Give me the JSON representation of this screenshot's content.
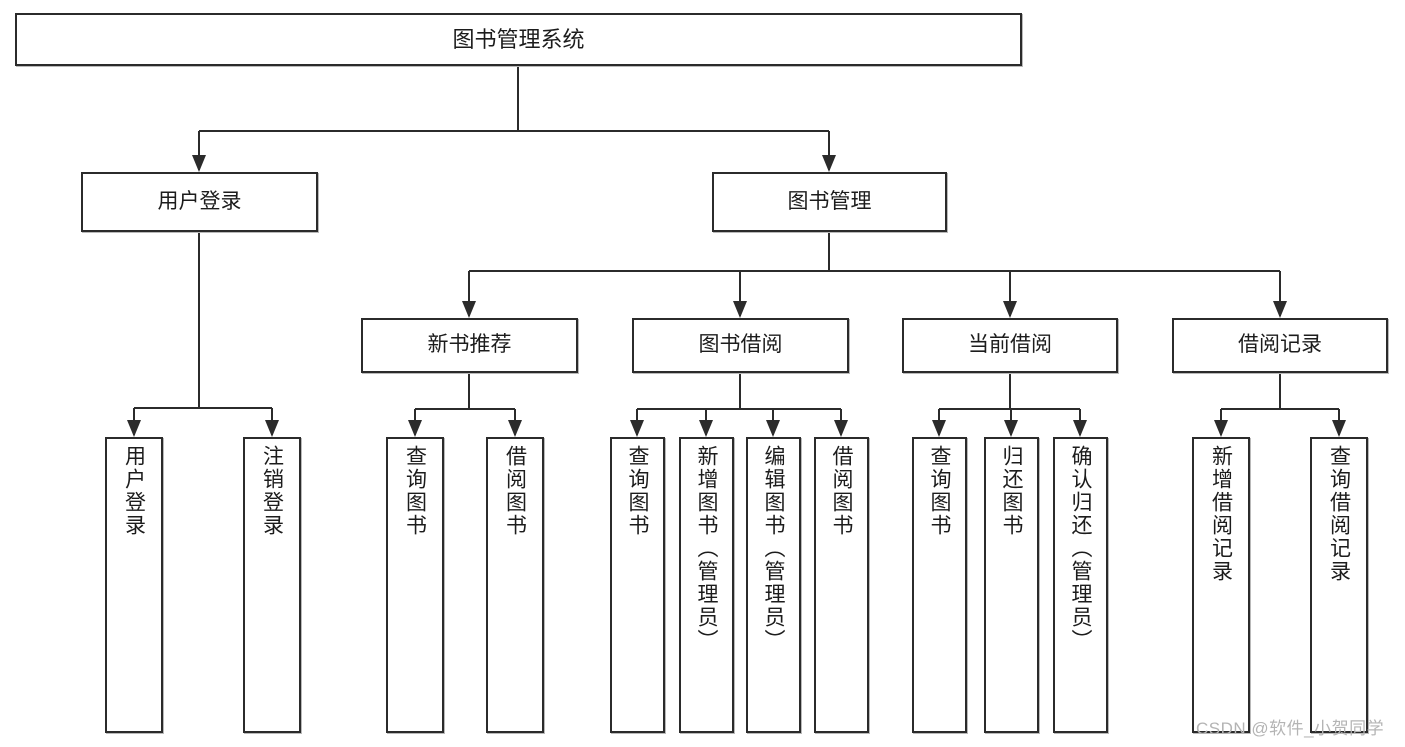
{
  "diagram": {
    "title": "图书管理系统",
    "type": "tree-hierarchy-diagram",
    "stroke_color": "#2b2b2b",
    "fill_color": "#ffffff",
    "text_color": "#1c1c1c"
  },
  "nodes": {
    "root": {
      "label": "图书管理系统"
    },
    "level1": [
      {
        "label": "用户登录"
      },
      {
        "label": "图书管理"
      }
    ],
    "level2": [
      {
        "label": "新书推荐"
      },
      {
        "label": "图书借阅"
      },
      {
        "label": "当前借阅"
      },
      {
        "label": "借阅记录"
      }
    ],
    "leaves_user_login": [
      {
        "label": "用户登录"
      },
      {
        "label": "注销登录"
      }
    ],
    "leaves_new_book": [
      {
        "label": "查询图书"
      },
      {
        "label": "借阅图书"
      }
    ],
    "leaves_borrow": [
      {
        "label": "查询图书"
      },
      {
        "label": "新增图书（管理员）"
      },
      {
        "label": "编辑图书（管理员）"
      },
      {
        "label": "借阅图书"
      }
    ],
    "leaves_current": [
      {
        "label": "查询图书"
      },
      {
        "label": "归还图书"
      },
      {
        "label": "确认归还（管理员）"
      }
    ],
    "leaves_records": [
      {
        "label": "新增借阅记录"
      },
      {
        "label": "查询借阅记录"
      }
    ]
  },
  "watermark": {
    "text": "CSDN @软件_小贺同学"
  }
}
